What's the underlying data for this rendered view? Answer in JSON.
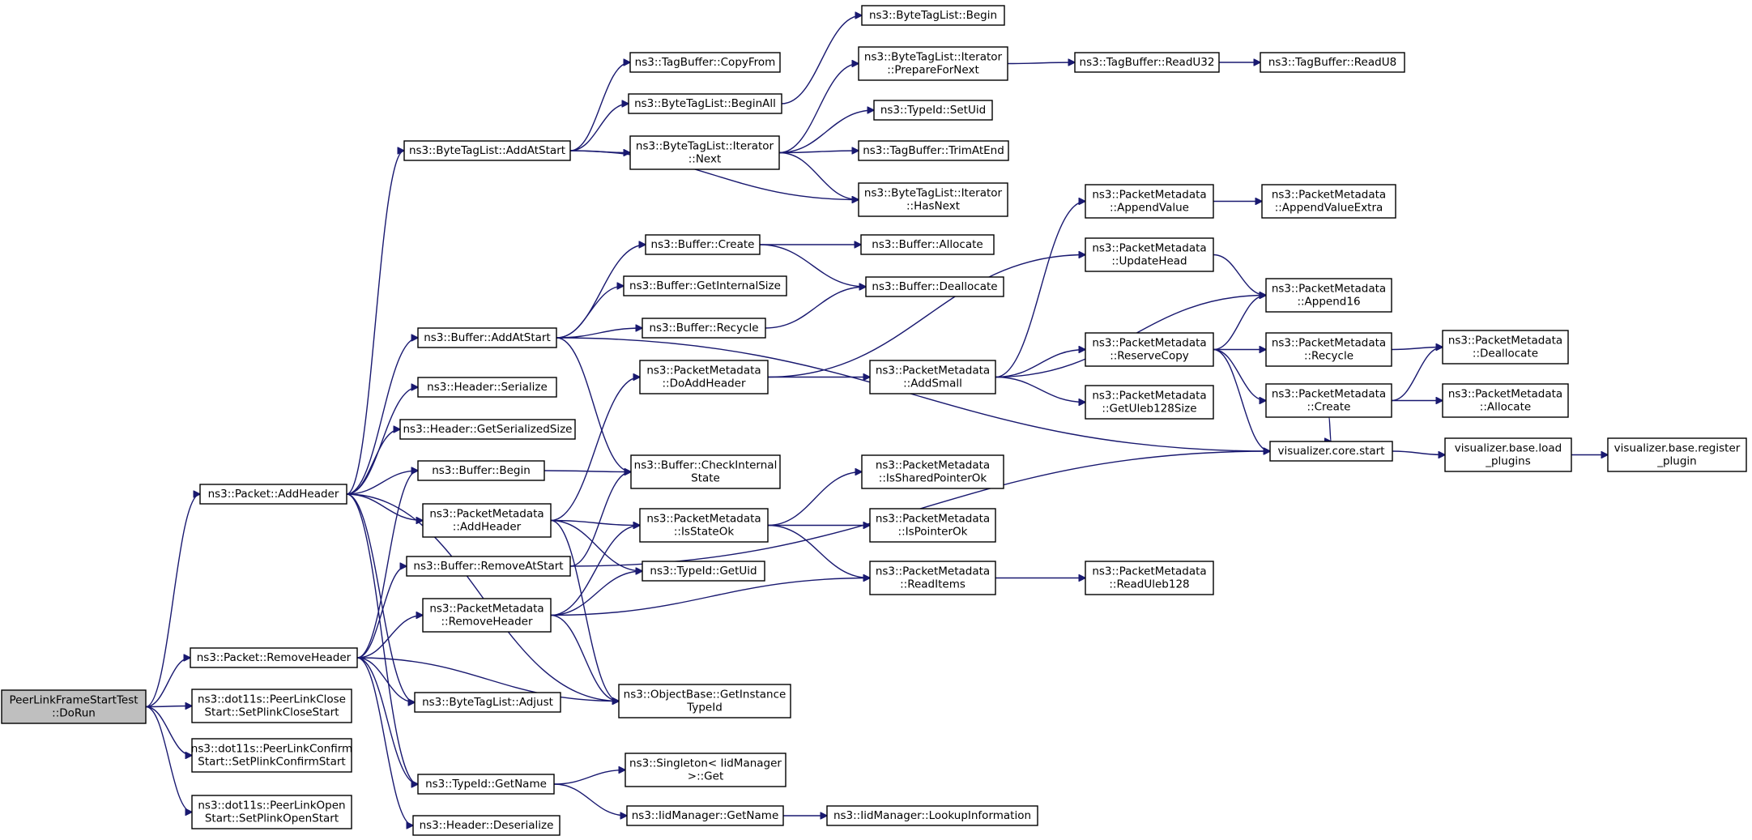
{
  "graph": {
    "edge_color": "#191970",
    "root_fill": "#bfbfbf",
    "nodes": [
      {
        "id": "root",
        "lines": [
          "PeerLinkFrameStartTest",
          "::DoRun"
        ],
        "root": true
      },
      {
        "id": "addHeader",
        "lines": [
          "ns3::Packet::AddHeader"
        ]
      },
      {
        "id": "removeHeader",
        "lines": [
          "ns3::Packet::RemoveHeader"
        ]
      },
      {
        "id": "closeStart",
        "lines": [
          "ns3::dot11s::PeerLinkClose",
          "Start::SetPlinkCloseStart"
        ]
      },
      {
        "id": "confirmStart",
        "lines": [
          "ns3::dot11s::PeerLinkConfirm",
          "Start::SetPlinkConfirmStart"
        ]
      },
      {
        "id": "openStart",
        "lines": [
          "ns3::dot11s::PeerLinkOpen",
          "Start::SetPlinkOpenStart"
        ]
      },
      {
        "id": "btlAddAtStart",
        "lines": [
          "ns3::ByteTagList::AddAtStart"
        ]
      },
      {
        "id": "bufAddAtStart",
        "lines": [
          "ns3::Buffer::AddAtStart"
        ]
      },
      {
        "id": "hdrSerialize",
        "lines": [
          "ns3::Header::Serialize"
        ]
      },
      {
        "id": "hdrGetSerSize",
        "lines": [
          "ns3::Header::GetSerializedSize"
        ]
      },
      {
        "id": "bufBegin",
        "lines": [
          "ns3::Buffer::Begin"
        ]
      },
      {
        "id": "pmAddHeader",
        "lines": [
          "ns3::PacketMetadata",
          "::AddHeader"
        ]
      },
      {
        "id": "bufRemoveAtStart",
        "lines": [
          "ns3::Buffer::RemoveAtStart"
        ]
      },
      {
        "id": "pmRemoveHeader",
        "lines": [
          "ns3::PacketMetadata",
          "::RemoveHeader"
        ]
      },
      {
        "id": "btlAdjust",
        "lines": [
          "ns3::ByteTagList::Adjust"
        ]
      },
      {
        "id": "typeIdGetName",
        "lines": [
          "ns3::TypeId::GetName"
        ]
      },
      {
        "id": "hdrDeserialize",
        "lines": [
          "ns3::Header::Deserialize"
        ]
      },
      {
        "id": "tbCopyFrom",
        "lines": [
          "ns3::TagBuffer::CopyFrom"
        ]
      },
      {
        "id": "btlBeginAll",
        "lines": [
          "ns3::ByteTagList::BeginAll"
        ]
      },
      {
        "id": "btliNext",
        "lines": [
          "ns3::ByteTagList::Iterator",
          "::Next"
        ]
      },
      {
        "id": "bufCreate",
        "lines": [
          "ns3::Buffer::Create"
        ]
      },
      {
        "id": "bufGetInternalSize",
        "lines": [
          "ns3::Buffer::GetInternalSize"
        ]
      },
      {
        "id": "bufRecycle",
        "lines": [
          "ns3::Buffer::Recycle"
        ]
      },
      {
        "id": "pmDoAddHeader",
        "lines": [
          "ns3::PacketMetadata",
          "::DoAddHeader"
        ]
      },
      {
        "id": "bufCheckInternal",
        "lines": [
          "ns3::Buffer::CheckInternal",
          "State"
        ]
      },
      {
        "id": "pmIsStateOk",
        "lines": [
          "ns3::PacketMetadata",
          "::IsStateOk"
        ]
      },
      {
        "id": "typeIdGetUid",
        "lines": [
          "ns3::TypeId::GetUid"
        ]
      },
      {
        "id": "obGetInstanceTypeId",
        "lines": [
          "ns3::ObjectBase::GetInstance",
          "TypeId"
        ]
      },
      {
        "id": "singletonGet",
        "lines": [
          "ns3::Singleton< IidManager",
          " >::Get"
        ]
      },
      {
        "id": "iidGetName",
        "lines": [
          "ns3::IidManager::GetName"
        ]
      },
      {
        "id": "btlBegin",
        "lines": [
          "ns3::ByteTagList::Begin"
        ]
      },
      {
        "id": "btliPrepareForNext",
        "lines": [
          "ns3::ByteTagList::Iterator",
          "::PrepareForNext"
        ]
      },
      {
        "id": "typeIdSetUid",
        "lines": [
          "ns3::TypeId::SetUid"
        ]
      },
      {
        "id": "tbTrimAtEnd",
        "lines": [
          "ns3::TagBuffer::TrimAtEnd"
        ]
      },
      {
        "id": "btliHasNext",
        "lines": [
          "ns3::ByteTagList::Iterator",
          "::HasNext"
        ]
      },
      {
        "id": "bufAllocate",
        "lines": [
          "ns3::Buffer::Allocate"
        ]
      },
      {
        "id": "bufDeallocate",
        "lines": [
          "ns3::Buffer::Deallocate"
        ]
      },
      {
        "id": "pmAddSmall",
        "lines": [
          "ns3::PacketMetadata",
          "::AddSmall"
        ]
      },
      {
        "id": "pmIsSharedPointerOk",
        "lines": [
          "ns3::PacketMetadata",
          "::IsSharedPointerOk"
        ]
      },
      {
        "id": "pmIsPointerOk",
        "lines": [
          "ns3::PacketMetadata",
          "::IsPointerOk"
        ]
      },
      {
        "id": "pmReadItems",
        "lines": [
          "ns3::PacketMetadata",
          "::ReadItems"
        ]
      },
      {
        "id": "iidLookupInformation",
        "lines": [
          "ns3::IidManager::LookupInformation"
        ]
      },
      {
        "id": "tbReadU32",
        "lines": [
          "ns3::TagBuffer::ReadU32"
        ]
      },
      {
        "id": "pmAppendValue",
        "lines": [
          "ns3::PacketMetadata",
          "::AppendValue"
        ]
      },
      {
        "id": "pmUpdateHead",
        "lines": [
          "ns3::PacketMetadata",
          "::UpdateHead"
        ]
      },
      {
        "id": "pmReserveCopy",
        "lines": [
          "ns3::PacketMetadata",
          "::ReserveCopy"
        ]
      },
      {
        "id": "pmGetUleb128Size",
        "lines": [
          "ns3::PacketMetadata",
          "::GetUleb128Size"
        ]
      },
      {
        "id": "pmReadUleb128",
        "lines": [
          "ns3::PacketMetadata",
          "::ReadUleb128"
        ]
      },
      {
        "id": "tbReadU8",
        "lines": [
          "ns3::TagBuffer::ReadU8"
        ]
      },
      {
        "id": "pmAppendValueExtra",
        "lines": [
          "ns3::PacketMetadata",
          "::AppendValueExtra"
        ]
      },
      {
        "id": "pmAppend16",
        "lines": [
          "ns3::PacketMetadata",
          "::Append16"
        ]
      },
      {
        "id": "pmRecycle",
        "lines": [
          "ns3::PacketMetadata",
          "::Recycle"
        ]
      },
      {
        "id": "pmCreate",
        "lines": [
          "ns3::PacketMetadata",
          "::Create"
        ]
      },
      {
        "id": "vizCoreStart",
        "lines": [
          "visualizer.core.start"
        ]
      },
      {
        "id": "pmDeallocate",
        "lines": [
          "ns3::PacketMetadata",
          "::Deallocate"
        ]
      },
      {
        "id": "pmAllocate",
        "lines": [
          "ns3::PacketMetadata",
          "::Allocate"
        ]
      },
      {
        "id": "vizLoadPlugins",
        "lines": [
          "visualizer.base.load",
          "_plugins"
        ]
      },
      {
        "id": "vizRegisterPlugin",
        "lines": [
          "visualizer.base.register",
          "_plugin"
        ]
      }
    ],
    "edges": [
      [
        "root",
        "addHeader"
      ],
      [
        "root",
        "removeHeader"
      ],
      [
        "root",
        "closeStart"
      ],
      [
        "root",
        "confirmStart"
      ],
      [
        "root",
        "openStart"
      ],
      [
        "addHeader",
        "btlAddAtStart"
      ],
      [
        "addHeader",
        "bufAddAtStart"
      ],
      [
        "addHeader",
        "hdrSerialize"
      ],
      [
        "addHeader",
        "hdrGetSerSize"
      ],
      [
        "addHeader",
        "bufBegin"
      ],
      [
        "addHeader",
        "pmAddHeader"
      ],
      [
        "addHeader",
        "btlAdjust"
      ],
      [
        "addHeader",
        "typeIdGetName"
      ],
      [
        "addHeader",
        "obGetInstanceTypeId"
      ],
      [
        "removeHeader",
        "bufBegin"
      ],
      [
        "removeHeader",
        "bufRemoveAtStart"
      ],
      [
        "removeHeader",
        "pmRemoveHeader"
      ],
      [
        "removeHeader",
        "btlAdjust"
      ],
      [
        "removeHeader",
        "typeIdGetName"
      ],
      [
        "removeHeader",
        "hdrDeserialize"
      ],
      [
        "removeHeader",
        "obGetInstanceTypeId"
      ],
      [
        "btlAddAtStart",
        "tbCopyFrom"
      ],
      [
        "btlAddAtStart",
        "btlBeginAll"
      ],
      [
        "btlAddAtStart",
        "btliNext"
      ],
      [
        "btlAddAtStart",
        "btliHasNext"
      ],
      [
        "btlBeginAll",
        "btlBegin"
      ],
      [
        "btliNext",
        "btliPrepareForNext"
      ],
      [
        "btliNext",
        "typeIdSetUid"
      ],
      [
        "btliNext",
        "tbTrimAtEnd"
      ],
      [
        "btliNext",
        "btliHasNext"
      ],
      [
        "btliPrepareForNext",
        "tbReadU32"
      ],
      [
        "tbReadU32",
        "tbReadU8"
      ],
      [
        "bufAddAtStart",
        "bufCreate"
      ],
      [
        "bufAddAtStart",
        "bufGetInternalSize"
      ],
      [
        "bufAddAtStart",
        "bufRecycle"
      ],
      [
        "bufAddAtStart",
        "bufCheckInternal"
      ],
      [
        "bufAddAtStart",
        "vizCoreStart"
      ],
      [
        "bufCreate",
        "bufAllocate"
      ],
      [
        "bufCreate",
        "bufDeallocate"
      ],
      [
        "bufRecycle",
        "bufDeallocate"
      ],
      [
        "bufBegin",
        "bufCheckInternal"
      ],
      [
        "pmAddHeader",
        "pmDoAddHeader"
      ],
      [
        "pmAddHeader",
        "pmIsStateOk"
      ],
      [
        "pmAddHeader",
        "typeIdGetUid"
      ],
      [
        "pmAddHeader",
        "obGetInstanceTypeId"
      ],
      [
        "pmDoAddHeader",
        "pmUpdateHead"
      ],
      [
        "pmDoAddHeader",
        "pmAddSmall"
      ],
      [
        "pmAddSmall",
        "pmAppendValue"
      ],
      [
        "pmAddSmall",
        "pmAppend16"
      ],
      [
        "pmAddSmall",
        "pmReserveCopy"
      ],
      [
        "pmAddSmall",
        "pmGetUleb128Size"
      ],
      [
        "pmAppendValue",
        "pmAppendValueExtra"
      ],
      [
        "pmUpdateHead",
        "pmAppend16"
      ],
      [
        "pmReserveCopy",
        "pmAppend16"
      ],
      [
        "pmReserveCopy",
        "pmRecycle"
      ],
      [
        "pmReserveCopy",
        "pmCreate"
      ],
      [
        "pmReserveCopy",
        "vizCoreStart"
      ],
      [
        "pmRecycle",
        "pmDeallocate"
      ],
      [
        "pmCreate",
        "pmDeallocate"
      ],
      [
        "pmCreate",
        "pmAllocate"
      ],
      [
        "pmCreate",
        "vizCoreStart"
      ],
      [
        "vizCoreStart",
        "vizLoadPlugins"
      ],
      [
        "vizLoadPlugins",
        "vizRegisterPlugin"
      ],
      [
        "bufRemoveAtStart",
        "bufCheckInternal"
      ],
      [
        "bufRemoveAtStart",
        "vizCoreStart"
      ],
      [
        "pmRemoveHeader",
        "pmIsStateOk"
      ],
      [
        "pmRemoveHeader",
        "typeIdGetUid"
      ],
      [
        "pmRemoveHeader",
        "pmReadItems"
      ],
      [
        "pmRemoveHeader",
        "obGetInstanceTypeId"
      ],
      [
        "pmIsStateOk",
        "pmIsSharedPointerOk"
      ],
      [
        "pmIsStateOk",
        "pmIsPointerOk"
      ],
      [
        "pmIsStateOk",
        "pmReadItems"
      ],
      [
        "pmReadItems",
        "pmReadUleb128"
      ],
      [
        "typeIdGetName",
        "singletonGet"
      ],
      [
        "typeIdGetName",
        "iidGetName"
      ],
      [
        "iidGetName",
        "iidLookupInformation"
      ]
    ]
  }
}
